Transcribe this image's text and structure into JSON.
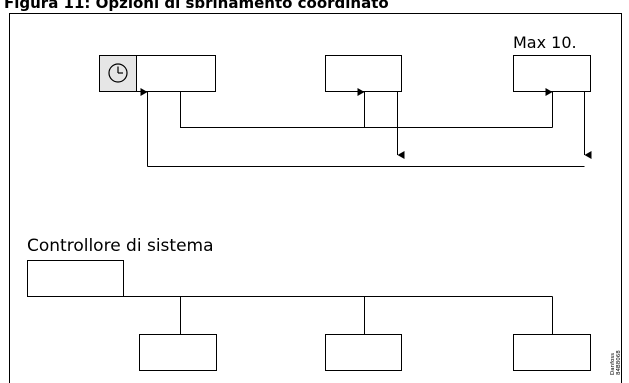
{
  "figure": {
    "title": "Figura 11: Opzioni di sbrinamento coordinato"
  },
  "labels": {
    "max": "Max 10.",
    "system_controller": "Controllore di sistema"
  },
  "watermark": {
    "brand": "Danfoss",
    "code": "84B8068"
  },
  "icons": {
    "clock": "clock-icon"
  }
}
